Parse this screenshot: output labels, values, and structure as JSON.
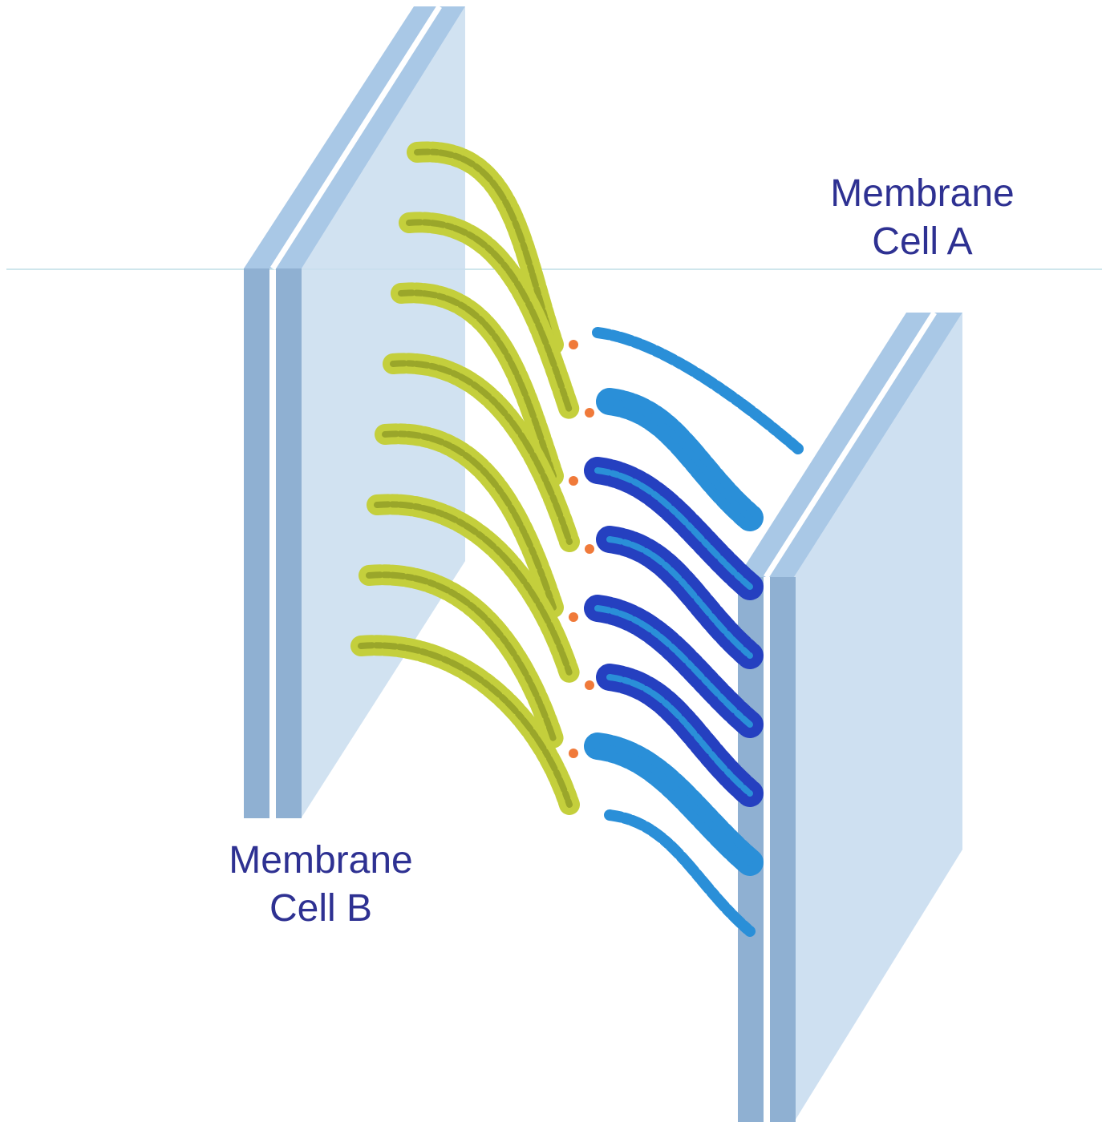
{
  "membrane_a": {
    "line1": "Membrane",
    "line2": "Cell A"
  },
  "membrane_b": {
    "line1": "Membrane",
    "line2": "Cell B"
  },
  "colors": {
    "label_text": "#2e3192",
    "membrane_face": "#c9ddef",
    "membrane_edge": "#8fb0d2",
    "membrane_top": "#a9c8e6",
    "protein_cell_b": "#c4cf3c",
    "protein_cell_a": "#2a8fd8",
    "protein_cell_a_dark": "#2540c0",
    "contact_points": "#f07a3a",
    "guide_line": "#cfe6ec"
  },
  "molecule_count_cell_b": 8,
  "molecule_count_cell_a": 8
}
